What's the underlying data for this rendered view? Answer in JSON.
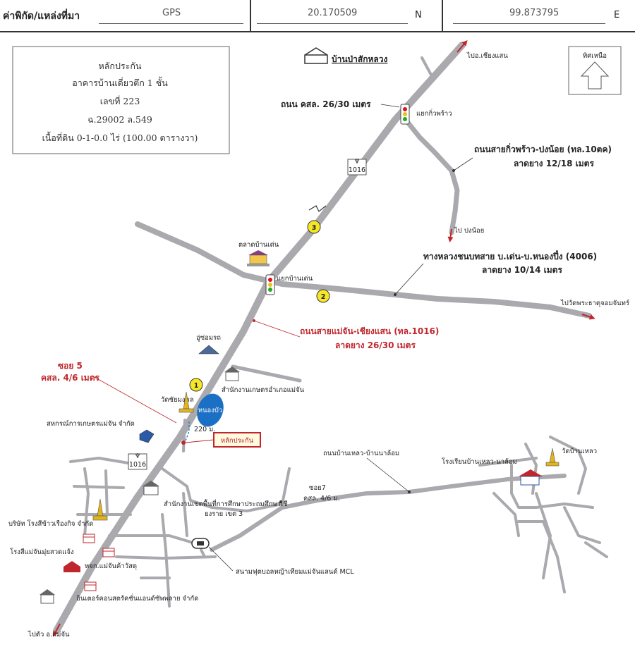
{
  "header": {
    "coord_label": "ค่าพิกัด/แหล่งที่มา",
    "source": "GPS",
    "latitude": "20.170509",
    "lat_suffix": "N",
    "longitude": "99.873795",
    "lon_suffix": "E"
  },
  "collateral_box": {
    "line1": "หลักประกัน",
    "line2": "อาคารบ้านเดี่ยวตึก 1 ชั้น",
    "line3": "เลขที่ 223",
    "line4": "ฉ.29002  ล.549",
    "line5": "เนื้อที่ดิน 0-1-0.0 ไร่ (100.00 ตารางวา)"
  },
  "compass": {
    "label": "ทิศเหนือ"
  },
  "village": {
    "name": "บ้านป่าสักหลวง"
  },
  "roads": {
    "to_chiang_saen": "ไปอ.เชียงแสน",
    "kso_road": "ถนน คสล. 26/30 เมตร",
    "kio_phrao_junction": "แยกกิ่วพร้าว",
    "kio_phrao_road_name": "ถนนสายกิ่วพร้าว-ปงน้อย (ทล.10ตค)",
    "kio_phrao_road_surface": "ลาดยาง 12/18 เมตร",
    "to_pong_noi": "ไป ปงน้อย",
    "route_1016": "1016",
    "rural_road_name": "ทางหลวงชนบทสาย บ.เด่น-บ.หนองปึ๋ง (4006)",
    "rural_road_surface": "ลาดยาง 10/14 เมตร",
    "to_wat": "ไปวัดพระธาตุจอมจันทร์",
    "den_junction": "แยกบ้านเด่น",
    "main_road_name": "ถนนสายแม่จัน-เชียงแสน (ทล.1016)",
    "main_road_surface": "ลาดยาง 26/30 เมตร",
    "soi5": "ซอย 5",
    "soi5_surface": "คสล. 4/6 เมตร",
    "distance": "220 ม.",
    "lao_road": "ถนนบ้านเหลว-บ้านนาล้อม",
    "soi7": "ซอย7",
    "soi7_surface": "คสล. 4/6 ม.",
    "to_mae_chan": "ไปตัว อ.แม่จัน"
  },
  "markers": {
    "m1": "1",
    "m2": "2",
    "m3": "3"
  },
  "places": {
    "den_market": "ตลาดบ้านเด่น",
    "garage": "อู่ซ่อมรถ",
    "agri_office": "สำนักงานเกษตรอำเภอแม่จัน",
    "wat_chai_mongkol": "วัดชัยมงคล",
    "pond": "หนองบัว",
    "coop": "สหกรณ์การเกษตรแม่จัน จำกัด",
    "collateral_tag": "หลักประกัน",
    "lao_school": "โรงเรียนบ้านเหลว-นาล้อม",
    "wat_ban_lao": "วัดบ้านเหลว",
    "rice_company": "บริษัท โรงสีข้าวเรืองกิจ จำกัด",
    "rice_mill": "โรงสีแม่จันมุ่ยสวดแจ้ง",
    "hardware": "หจก.แม่จันค้าวัสดุ",
    "edu_office": "สำนักงานเขตพื้นที่การศึกษาประถมศึกษาเชี",
    "district_sign": "ยงราย เขต 3",
    "stadium": "สนามฟุตบอลหญ้าเทียมแม่จันแลนด์ MCL",
    "inter_supply": "อินเตอร์คอนสตรัคชั่นแอนด์ซัพพลาย จำกัด"
  },
  "colors": {
    "road": "#a9a9ae",
    "arrow_red": "#c0272d",
    "marker_yellow": "#f5e626",
    "pond_blue": "#1b6fc4",
    "tag_border": "#c0272d",
    "tag_fill": "#fffbe0"
  }
}
